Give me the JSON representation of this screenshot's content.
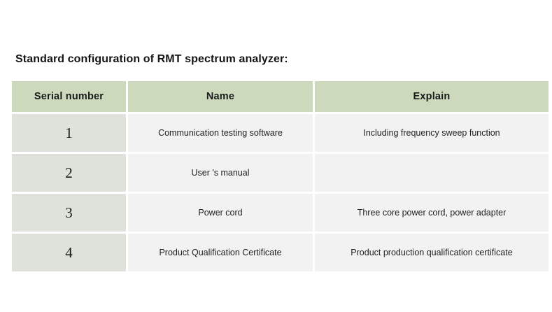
{
  "document": {
    "title": "Standard configuration of RMT spectrum analyzer:"
  },
  "colors": {
    "header_bg": "#cdd9bd",
    "serial_cell_bg": "#dfe2da",
    "cell_bg": "#f2f2f2",
    "page_bg": "#ffffff",
    "text": "#1a1a1a"
  },
  "table": {
    "columns": [
      {
        "key": "serial",
        "label": "Serial number"
      },
      {
        "key": "name",
        "label": "Name"
      },
      {
        "key": "explain",
        "label": "Explain"
      }
    ],
    "rows": [
      {
        "serial": "1",
        "name": "Communication testing software",
        "explain": "Including frequency sweep function"
      },
      {
        "serial": "2",
        "name": "User 's manual",
        "explain": ""
      },
      {
        "serial": "3",
        "name": "Power cord",
        "explain": "Three core power cord, power adapter"
      },
      {
        "serial": "4",
        "name": "Product Qualification Certificate",
        "explain": "Product production qualification certificate"
      }
    ]
  }
}
